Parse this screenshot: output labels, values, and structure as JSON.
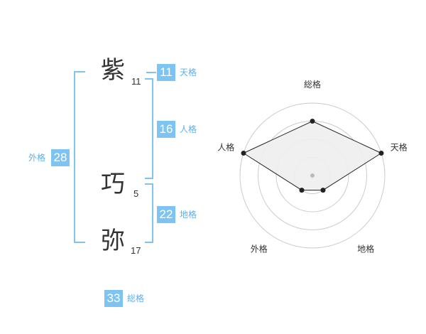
{
  "name": {
    "chars": [
      {
        "char": "紫",
        "strokes": "11"
      },
      {
        "char": "巧",
        "strokes": "5"
      },
      {
        "char": "弥",
        "strokes": "17"
      }
    ]
  },
  "fortune": {
    "tenkaku": {
      "value": "11",
      "label": "天格"
    },
    "jinkaku": {
      "value": "16",
      "label": "人格"
    },
    "chikaku": {
      "value": "22",
      "label": "地格"
    },
    "gaikaku": {
      "value": "28",
      "label": "外格"
    },
    "soukaku": {
      "value": "33",
      "label": "総格"
    }
  },
  "colors": {
    "accent": "#7ec4f2",
    "accent_text": "#5ab0ea"
  },
  "chart_data": {
    "type": "radar",
    "axes": [
      "総格",
      "天格",
      "地格",
      "外格",
      "人格"
    ],
    "values": [
      3,
      4,
      1,
      1,
      4
    ],
    "max": 4
  }
}
